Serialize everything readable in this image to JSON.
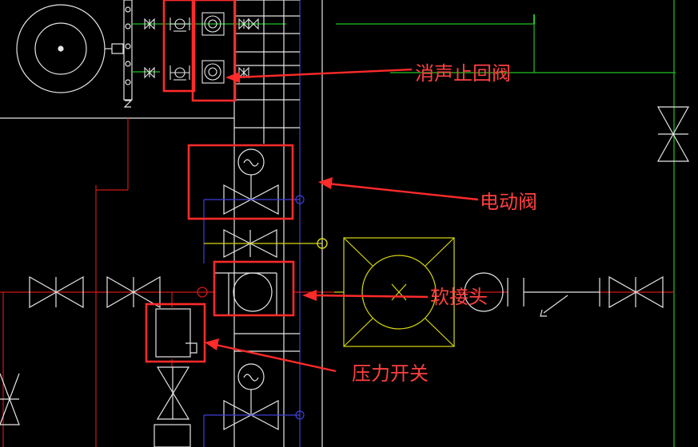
{
  "colors": {
    "background": "#000000",
    "line_white": "#e6e6e6",
    "line_red": "#d01818",
    "line_green": "#22c422",
    "line_blue": "#3f3fd8",
    "line_yellow": "#d8d810",
    "highlight_box": "#ff2a2a",
    "annotation_text": "#ff4040"
  },
  "annotations": {
    "silencer_check_valve": "消声止回阀",
    "electric_valve": "电动阀",
    "flexible_joint": "软接头",
    "pressure_switch": "压力开关"
  },
  "icons": [
    "butterfly-valve-icon",
    "check-valve-icon",
    "motor-actuator-icon",
    "pump-icon",
    "flexible-joint-icon",
    "pressure-switch-icon",
    "fan-coil-icon"
  ]
}
